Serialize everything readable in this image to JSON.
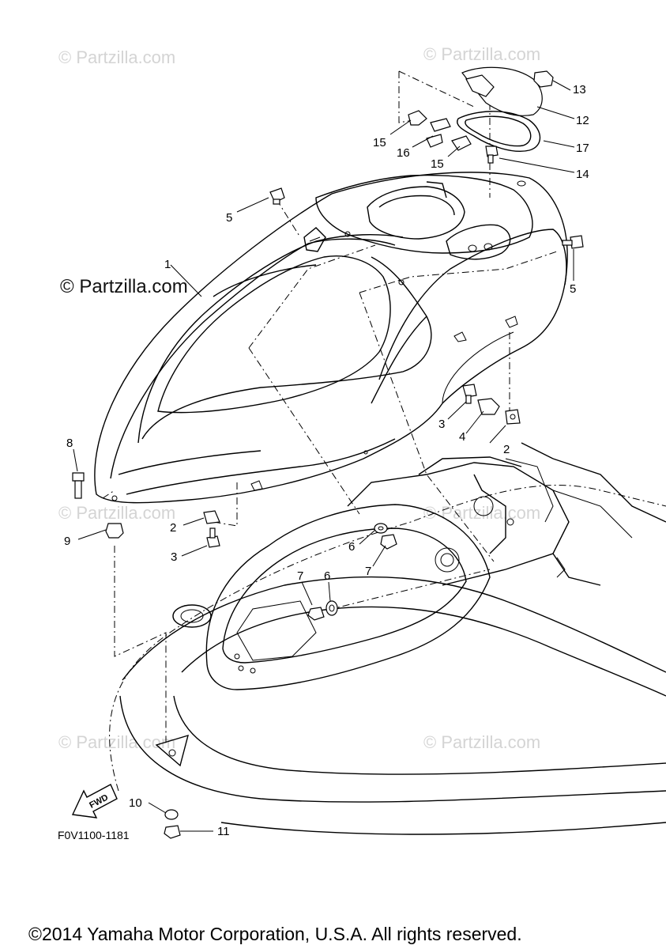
{
  "watermarks": {
    "repeat_text": "© Partzilla.com",
    "main_text": "© Partzilla.com"
  },
  "figure_code": "F0V1100-1181",
  "fwd_label": "FWD",
  "copyright": "©2014 Yamaha Motor Corporation, U.S.A. All rights reserved.",
  "callouts": [
    "1",
    "2",
    "2",
    "3",
    "3",
    "4",
    "5",
    "5",
    "6",
    "6",
    "7",
    "7",
    "8",
    "9",
    "10",
    "11",
    "12",
    "13",
    "14",
    "15",
    "15",
    "16",
    "17"
  ]
}
